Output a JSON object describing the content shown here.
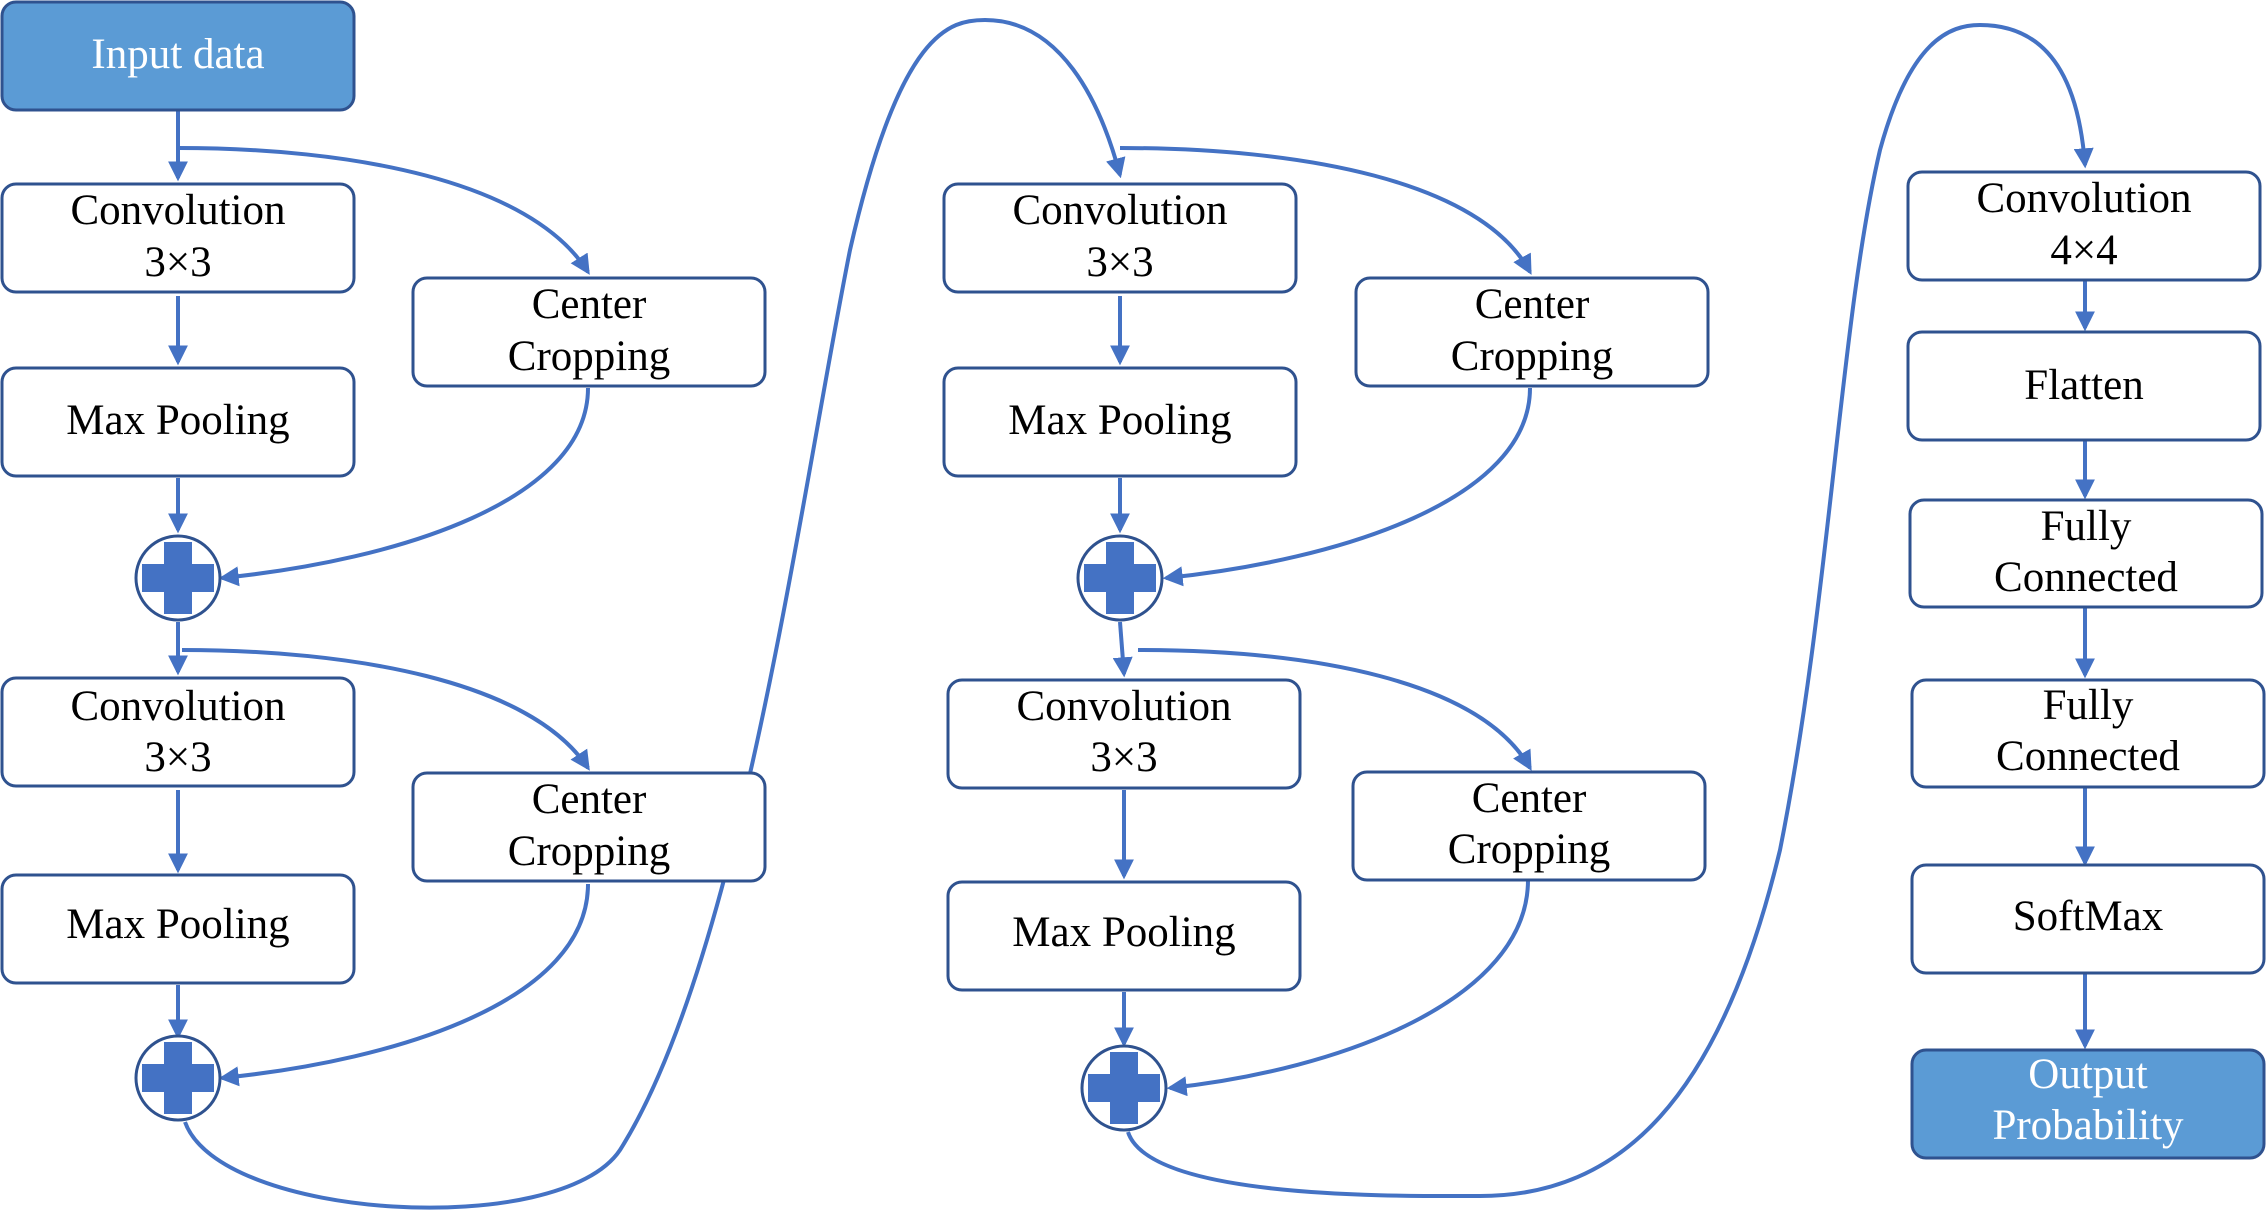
{
  "colors": {
    "accent": "#4472C4",
    "accent_fill": "#5B9BD5",
    "box_border": "#2F528F",
    "text": "#000000",
    "text_on_accent": "#ffffff"
  },
  "input": {
    "label": "Input data"
  },
  "column1": {
    "block1": {
      "conv_line1": "Convolution",
      "conv_line2": "3×3",
      "pool": "Max Pooling",
      "crop_line1": "Center",
      "crop_line2": "Cropping"
    },
    "block2": {
      "conv_line1": "Convolution",
      "conv_line2": "3×3",
      "pool": "Max Pooling",
      "crop_line1": "Center",
      "crop_line2": "Cropping"
    }
  },
  "column2": {
    "block1": {
      "conv_line1": "Convolution",
      "conv_line2": "3×3",
      "pool": "Max Pooling",
      "crop_line1": "Center",
      "crop_line2": "Cropping"
    },
    "block2": {
      "conv_line1": "Convolution",
      "conv_line2": "3×3",
      "pool": "Max Pooling",
      "crop_line1": "Center",
      "crop_line2": "Cropping"
    }
  },
  "column3": {
    "conv_line1": "Convolution",
    "conv_line2": "4×4",
    "flatten": "Flatten",
    "fc1_line1": "Fully",
    "fc1_line2": "Connected",
    "fc2_line1": "Fully",
    "fc2_line2": "Connected",
    "softmax": "SoftMax",
    "output_line1": "Output",
    "output_line2": "Probability"
  },
  "icons": {
    "add": "plus-circle-icon"
  }
}
